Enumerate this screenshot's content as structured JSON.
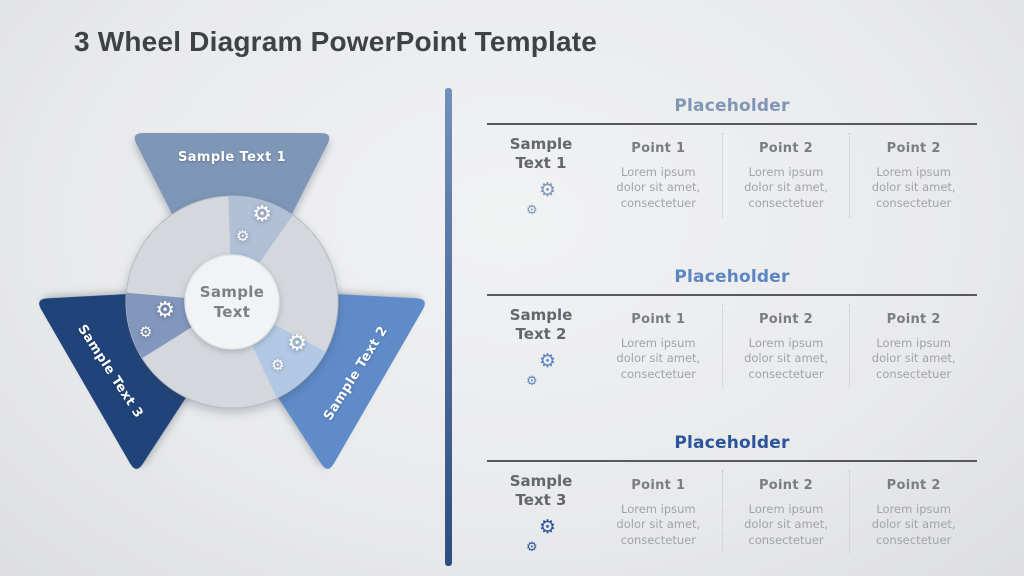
{
  "title": "3 Wheel Diagram PowerPoint Template",
  "icons": {
    "gear": "⚙"
  },
  "wheel": {
    "center_label": "Sample Text",
    "ring_color": "#d4d7db",
    "segments": [
      {
        "label": "Sample Text 1",
        "color": "#7E97B7",
        "wedge_color": "#AFC0D7"
      },
      {
        "label": "Sample Text 2",
        "color": "#5F8CC9",
        "wedge_color": "#B2C8E4"
      },
      {
        "label": "Sample Text 3",
        "color": "#20447A",
        "wedge_color": "#8297BC"
      }
    ]
  },
  "sections": [
    {
      "heading": "Placeholder",
      "label": "Sample Text 1",
      "accent": "#8096B5",
      "points": [
        {
          "title": "Point 1",
          "body": "Lorem ipsum dolor sit amet, consectetuer"
        },
        {
          "title": "Point 2",
          "body": "Lorem ipsum dolor sit amet, consectetuer"
        },
        {
          "title": "Point 2",
          "body": "Lorem ipsum dolor sit amet, consectetuer"
        }
      ]
    },
    {
      "heading": "Placeholder",
      "label": "Sample Text 2",
      "accent": "#5C86C1",
      "points": [
        {
          "title": "Point 1",
          "body": "Lorem ipsum dolor sit amet, consectetuer"
        },
        {
          "title": "Point 2",
          "body": "Lorem ipsum dolor sit amet, consectetuer"
        },
        {
          "title": "Point 2",
          "body": "Lorem ipsum dolor sit amet, consectetuer"
        }
      ]
    },
    {
      "heading": "Placeholder",
      "label": "Sample Text 3",
      "accent": "#2B549B",
      "points": [
        {
          "title": "Point 1",
          "body": "Lorem ipsum dolor sit amet, consectetuer"
        },
        {
          "title": "Point 2",
          "body": "Lorem ipsum dolor sit amet, consectetuer"
        },
        {
          "title": "Point 2",
          "body": "Lorem ipsum dolor sit amet, consectetuer"
        }
      ]
    }
  ]
}
